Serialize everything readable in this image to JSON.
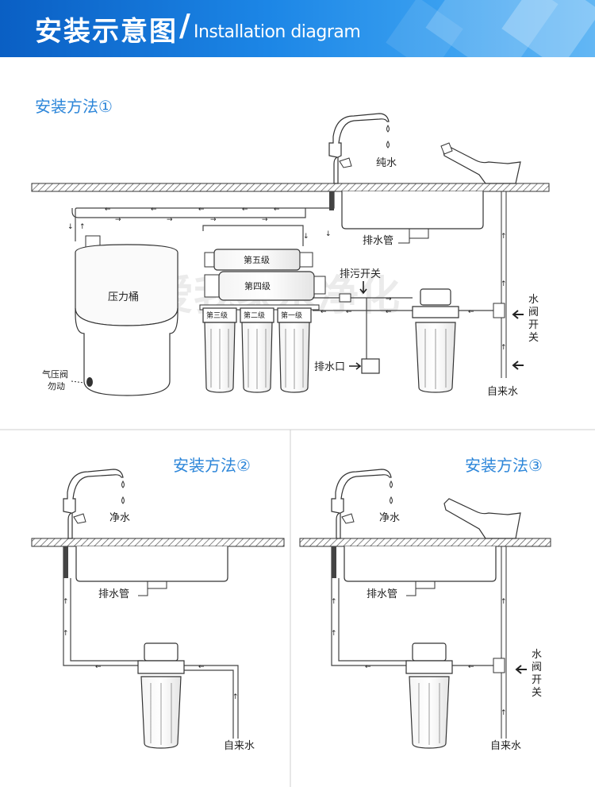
{
  "header": {
    "title_zh": "安装示意图",
    "separator": "/",
    "title_en": "Installation diagram",
    "colors": {
      "banner_start": "#0a5fc4",
      "banner_end": "#63b7f4",
      "title_blue": "#2d86d9"
    }
  },
  "watermark": "我爱我家水净化",
  "methods": [
    {
      "title": "安装方法①",
      "labels": {
        "pure_water": "纯水",
        "drain_pipe": "排水管",
        "pressure_tank": "压力桶",
        "air_valve_line1": "气压阀",
        "air_valve_line2": "勿动",
        "stage_five": "第五级",
        "stage_four": "第四级",
        "stage_three": "第三级",
        "stage_two": "第二级",
        "stage_one": "第一级",
        "flush_switch": "排污开关",
        "drain_outlet": "排水口",
        "water_valve_switch": [
          "水",
          "阀",
          "开",
          "关"
        ],
        "tap_water": "自来水"
      }
    },
    {
      "title": "安装方法②",
      "labels": {
        "clean_water": "净水",
        "drain_pipe": "排水管",
        "tap_water": "自来水"
      }
    },
    {
      "title": "安装方法③",
      "labels": {
        "clean_water": "净水",
        "drain_pipe": "排水管",
        "water_valve_switch": [
          "水",
          "阀",
          "开",
          "关"
        ],
        "tap_water": "自来水"
      }
    }
  ]
}
